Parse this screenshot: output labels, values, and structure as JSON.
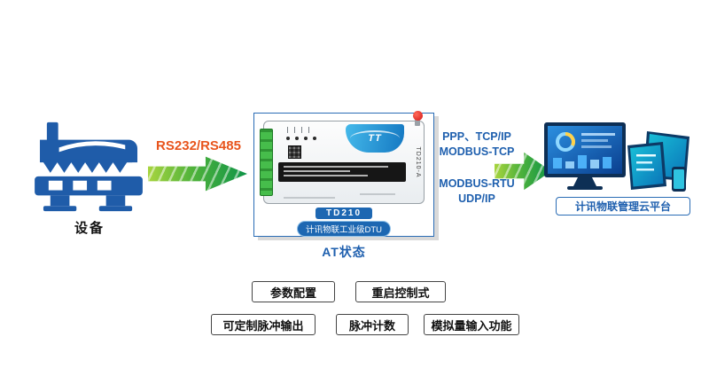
{
  "device": {
    "label": "设备"
  },
  "link_left": {
    "label": "RS232/RS485"
  },
  "dtu": {
    "frame_badge_model": "TD210",
    "frame_badge_type": "计讯物联工业级DTU",
    "status_label": "AT状态",
    "logo": "TT",
    "side_label": "TD210-A"
  },
  "link_right": {
    "lines_top": [
      "PPP、TCP/IP",
      "MODBUS-TCP"
    ],
    "lines_bottom": [
      "MODBUS-RTU",
      "UDP/IP"
    ]
  },
  "platform": {
    "label": "计讯物联管理云平台"
  },
  "features": [
    {
      "label": "参数配置"
    },
    {
      "label": "重启控制式"
    },
    {
      "label": "可定制脉冲输出"
    },
    {
      "label": "脉冲计数"
    },
    {
      "label": "模拟量输入功能"
    }
  ],
  "colors": {
    "accent_blue": "#1e5fae",
    "label_orange": "#e8541c",
    "arrow_green_dark": "#0e9448",
    "arrow_green_light": "#a8d53e",
    "device_blue": "#1f5ca9",
    "badge_blue": "#1d67b2"
  }
}
